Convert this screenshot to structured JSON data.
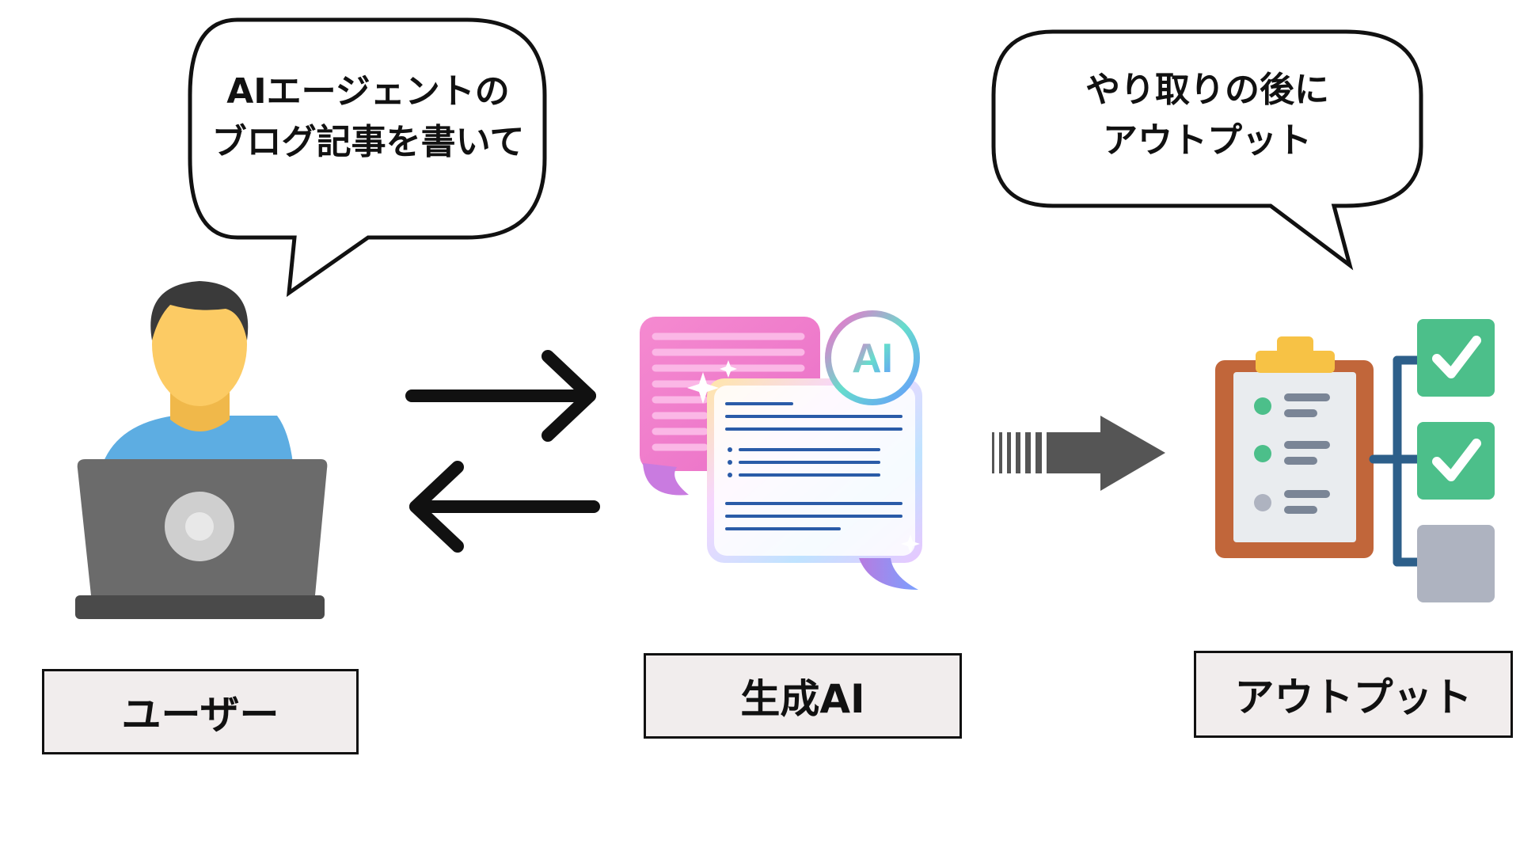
{
  "bubbles": {
    "user_request": {
      "line1": "AIエージェントの",
      "line2": "ブログ記事を書いて"
    },
    "output_note": {
      "line1": "やり取りの後に",
      "line2": "アウトプット"
    }
  },
  "labels": {
    "user": "ユーザー",
    "generative_ai": "生成AI",
    "output": "アウトプット"
  },
  "icons": {
    "user": "person-at-laptop-icon",
    "ai": "ai-chat-document-icon",
    "ai_badge_text": "AI",
    "output": "clipboard-checklist-icon",
    "arrow_right": "arrow-right-icon",
    "arrow_left": "arrow-left-icon",
    "flow_arrow": "striped-arrow-right-icon"
  },
  "colors": {
    "outline": "#111111",
    "label_bg": "#f1eded",
    "skin": "#fccb64",
    "hair": "#3a3a3a",
    "shirt": "#5dade2",
    "laptop": "#6b6b6b",
    "laptop_base": "#4a4a4a",
    "clip_board": "#c1663a",
    "clip_top": "#f7c245",
    "check_green": "#4cbf8a",
    "box_gray": "#aeb3c0",
    "tree_blue": "#2d5f8a",
    "flow_arrow": "#555555"
  }
}
